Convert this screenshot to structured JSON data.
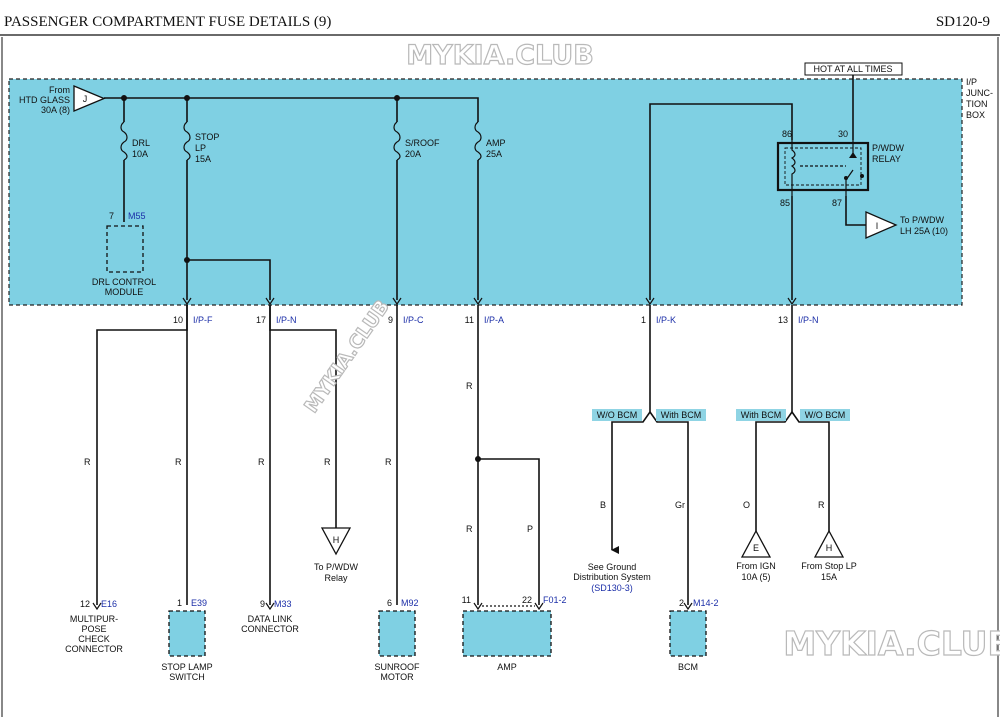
{
  "header": {
    "title": "PASSENGER COMPARTMENT FUSE DETAILS (9)",
    "page_id": "SD120-9"
  },
  "watermark": {
    "text": "MYKIA.CLUB"
  },
  "junction_box": {
    "label_l1": "I/P",
    "label_l2": "JUNC-",
    "label_l3": "TION",
    "label_l4": "BOX",
    "hot": "HOT AT ALL TIMES"
  },
  "source": {
    "l1": "From",
    "l2": "HTD GLASS",
    "l3": "30A (8)",
    "conn": "J"
  },
  "fuses": {
    "drl": {
      "l1": "DRL",
      "l2": "10A"
    },
    "stop": {
      "l1": "STOP",
      "l2": "LP",
      "l3": "15A"
    },
    "sroof": {
      "l1": "S/ROOF",
      "l2": "20A"
    },
    "amp": {
      "l1": "AMP",
      "l2": "25A"
    }
  },
  "drl_module": {
    "pin": "7",
    "conn": "M55",
    "l1": "DRL CONTROL",
    "l2": "MODULE"
  },
  "relay": {
    "p86": "86",
    "p30": "30",
    "p85": "85",
    "p87": "87",
    "l1": "P/WDW",
    "l2": "RELAY",
    "out_conn": "I",
    "out_l1": "To P/WDW",
    "out_l2": "LH 25A (10)"
  },
  "jb_pins": {
    "p10": {
      "pin": "10",
      "conn": "I/P-F"
    },
    "p17": {
      "pin": "17",
      "conn": "I/P-N"
    },
    "p9": {
      "pin": "9",
      "conn": "I/P-C"
    },
    "p11": {
      "pin": "11",
      "conn": "I/P-A"
    },
    "p1": {
      "pin": "1",
      "conn": "I/P-K"
    },
    "p13": {
      "pin": "13",
      "conn": "I/P-N"
    }
  },
  "wire_colors": {
    "r": "R",
    "p": "P",
    "b": "B",
    "gr": "Gr",
    "o": "O"
  },
  "options": {
    "wo_bcm": "W/O BCM",
    "with_bcm": "With BCM"
  },
  "components": {
    "multipurpose": {
      "pin": "12",
      "conn": "E16",
      "l1": "MULTIPUR-",
      "l2": "POSE",
      "l3": "CHECK",
      "l4": "CONNECTOR"
    },
    "stop_switch": {
      "pin": "1",
      "conn": "E39",
      "l1": "STOP LAMP",
      "l2": "SWITCH"
    },
    "dlc": {
      "pin": "9",
      "conn": "M33",
      "l1": "DATA LINK",
      "l2": "CONNECTOR"
    },
    "sunroof": {
      "pin": "6",
      "conn": "M92",
      "l1": "SUNROOF",
      "l2": "MOTOR"
    },
    "amp": {
      "pin_a": "11",
      "pin_b": "22",
      "conn": "F01-2",
      "label": "AMP"
    },
    "bcm": {
      "pin": "2",
      "conn": "M14-2",
      "label": "BCM"
    }
  },
  "refs": {
    "h": {
      "conn": "H",
      "l1": "To P/WDW",
      "l2": "Relay"
    },
    "ground": {
      "l1": "See Ground",
      "l2": "Distribution System",
      "l3": "(SD130-3)"
    },
    "e": {
      "conn": "E",
      "l1": "From IGN",
      "l2": "10A (5)"
    },
    "h2": {
      "conn": "H",
      "l1": "From Stop LP",
      "l2": "15A"
    }
  },
  "colors": {
    "junction_fill": "#7fd0e3",
    "component_fill": "#7fd0e3",
    "link_text": "#1c2fa8",
    "tag_fill": "#8fd4e4"
  }
}
